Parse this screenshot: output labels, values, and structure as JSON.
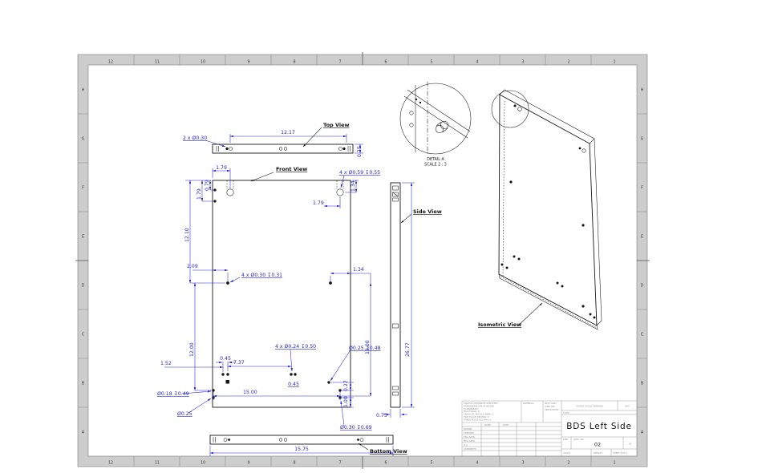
{
  "sheet": {
    "zones_top": [
      "12",
      "11",
      "10",
      "9",
      "8",
      "7",
      "6",
      "5",
      "4",
      "3",
      "2",
      "1"
    ],
    "zones_bottom": [
      "12",
      "11",
      "10",
      "9",
      "8",
      "7",
      "6",
      "5",
      "4",
      "3",
      "2",
      "1"
    ],
    "zones_left": [
      "H",
      "G",
      "F",
      "E",
      "D",
      "C",
      "B",
      "A"
    ],
    "zones_right": [
      "H",
      "G",
      "F",
      "E",
      "D",
      "C",
      "B",
      "A"
    ]
  },
  "views": {
    "top": {
      "label": "Top View"
    },
    "front": {
      "label": "Front View"
    },
    "side": {
      "label": "Side View"
    },
    "bottom": {
      "label": "Bottom View"
    },
    "iso": {
      "label": "Isometric View"
    },
    "detail": {
      "title": "DETAIL A",
      "scale": "SCALE 2 : 3"
    }
  },
  "dims": {
    "top": {
      "callout": "2 x Ø0.30",
      "width": "12.17",
      "thickness": "0.75"
    },
    "front": {
      "tl_offset": "1.79",
      "left_height": "12.10",
      "left_1_79": "1.79",
      "left_0_79": "0.79",
      "cb_callout": "4 x Ø0.59 ↧0.55",
      "tr_1_79": "1.79",
      "tr_1_34": "1.34",
      "mid_2_09": "2.09",
      "mid_callout": "4 x Ø0.30 ↧0.31",
      "mid_1_34": "1.34",
      "left_12": "12.00",
      "pair_0_45": "0.45",
      "left_1_52": "1.52",
      "span_7_37": "7.37",
      "center_callout": "4 x Ø0.24 ↧0.50",
      "center_0_45": "0.45",
      "right_callout": "Ø0.25 ↧0.48",
      "right_12": "12.00",
      "bl_callout": "Ø0.18 ↧0.49",
      "bottom_width": "15.00",
      "bl_callout2": "Ø0.25",
      "br_0_27": "0.27",
      "br_1_00": "1.00",
      "br_callout": "Ø0.30 ↧0.69"
    },
    "side": {
      "height": "26.77",
      "thickness": "0.75"
    },
    "bottom": {
      "width": "15.75"
    }
  },
  "title_block": {
    "tolerance_note": [
      "UNLESS OTHERWISE SPECIFIED:",
      "DIMENSIONS ARE IN INCHES",
      "TOLERANCES:",
      "FRACTIONAL ±",
      "ANGULAR: MACH ±  BEND ±",
      "TWO PLACE DECIMAL    ±",
      "THREE PLACE DECIMAL  ±"
    ],
    "mid_cell_header": "MATERIAL",
    "app_cell": [
      "NEXT ASSY",
      "USED ON",
      "APPLICATION"
    ],
    "col_name": "NAME",
    "col_date": "DATE",
    "rows": [
      "DRAWN",
      "CHECKED",
      "ENG APPR.",
      "MFG APPR.",
      "Q.A.",
      "COMMENTS:"
    ],
    "do_not_scale": "DO NOT SCALE DRAWING",
    "rev_label": "REV",
    "title_label": "TITLE:",
    "title": "BDS Left Side",
    "size_label": "SIZE",
    "dwg_label": "DWG. NO.",
    "dwg_no": "02",
    "size_value": "A2",
    "scale_label": "SCALE:",
    "weight_label": "WEIGHT:",
    "sheet_label": "SHEET 1 OF 1"
  },
  "colors": {
    "dimension_blue": "#2525cf",
    "line_black": "#161616",
    "band_gray": "#cdcdcd"
  }
}
